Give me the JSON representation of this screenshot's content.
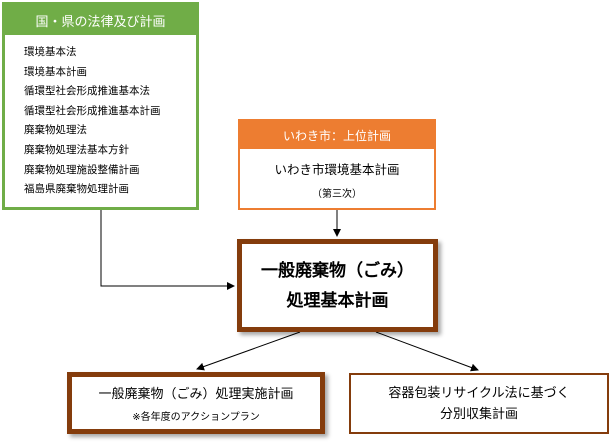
{
  "law_box": {
    "title": "国・県の法律及び計画",
    "items": [
      "環境基本法",
      "環境基本計画",
      "循環型社会形成推進基本法",
      "循環型社会形成推進基本計画",
      "廃棄物処理法",
      "廃棄物処理法基本方針",
      "廃棄物処理施設整備計画",
      "福島県廃棄物処理計画"
    ]
  },
  "city_box": {
    "title": "いわき市：上位計画",
    "plan": "いわき市環境基本計画",
    "edition": "（第三次）"
  },
  "main_box": {
    "line1": "一般廃棄物（ごみ）",
    "line2": "処理基本計画"
  },
  "implementation_box": {
    "title": "一般廃棄物（ごみ）処理実施計画",
    "note": "※各年度のアクションプラン"
  },
  "recycling_box": {
    "line1": "容器包装リサイクル法に基づく",
    "line2": "分別収集計画"
  },
  "colors": {
    "law_green": "#70ad47",
    "city_orange": "#ed7d31",
    "plan_brown": "#843c0c"
  }
}
